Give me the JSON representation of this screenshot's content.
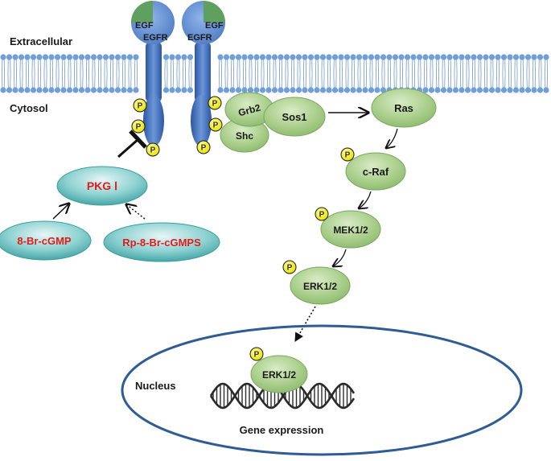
{
  "labels": {
    "extracellular": "Extracellular",
    "cytosol": "Cytosol",
    "nucleus": "Nucleus",
    "gene_expression": "Gene expression"
  },
  "receptor": {
    "ligand_left": "EGF",
    "receptor_left": "EGFR",
    "ligand_right": "EGF",
    "receptor_right": "EGFR"
  },
  "phospho_label": "P",
  "proteins": {
    "grb2": "Grb2",
    "shc": "Shc",
    "sos1": "Sos1",
    "ras": "Ras",
    "craf": "c-Raf",
    "mek": "MEK1/2",
    "erk": "ERK1/2",
    "erk_nuclear": "ERK1/2"
  },
  "modulators": {
    "pkg": "PKG Ⅰ",
    "activator": "8-Br-cGMP",
    "inhibitor": "Rp-8-Br-cGMPS"
  },
  "colors": {
    "membrane_head": "#6f9fd6",
    "receptor": "#5a84c8",
    "receptor_dark": "#2c54a0",
    "egf": "#5fa05f",
    "protein_fill": "#a6cc88",
    "protein_edge": "#7aa761",
    "teal": "#4aa9a9",
    "modulator_text": "#e21b1b",
    "phospho_fill": "#f5f21e",
    "nucleus_edge": "#2f5c94",
    "dna": "#2a2a2a"
  }
}
